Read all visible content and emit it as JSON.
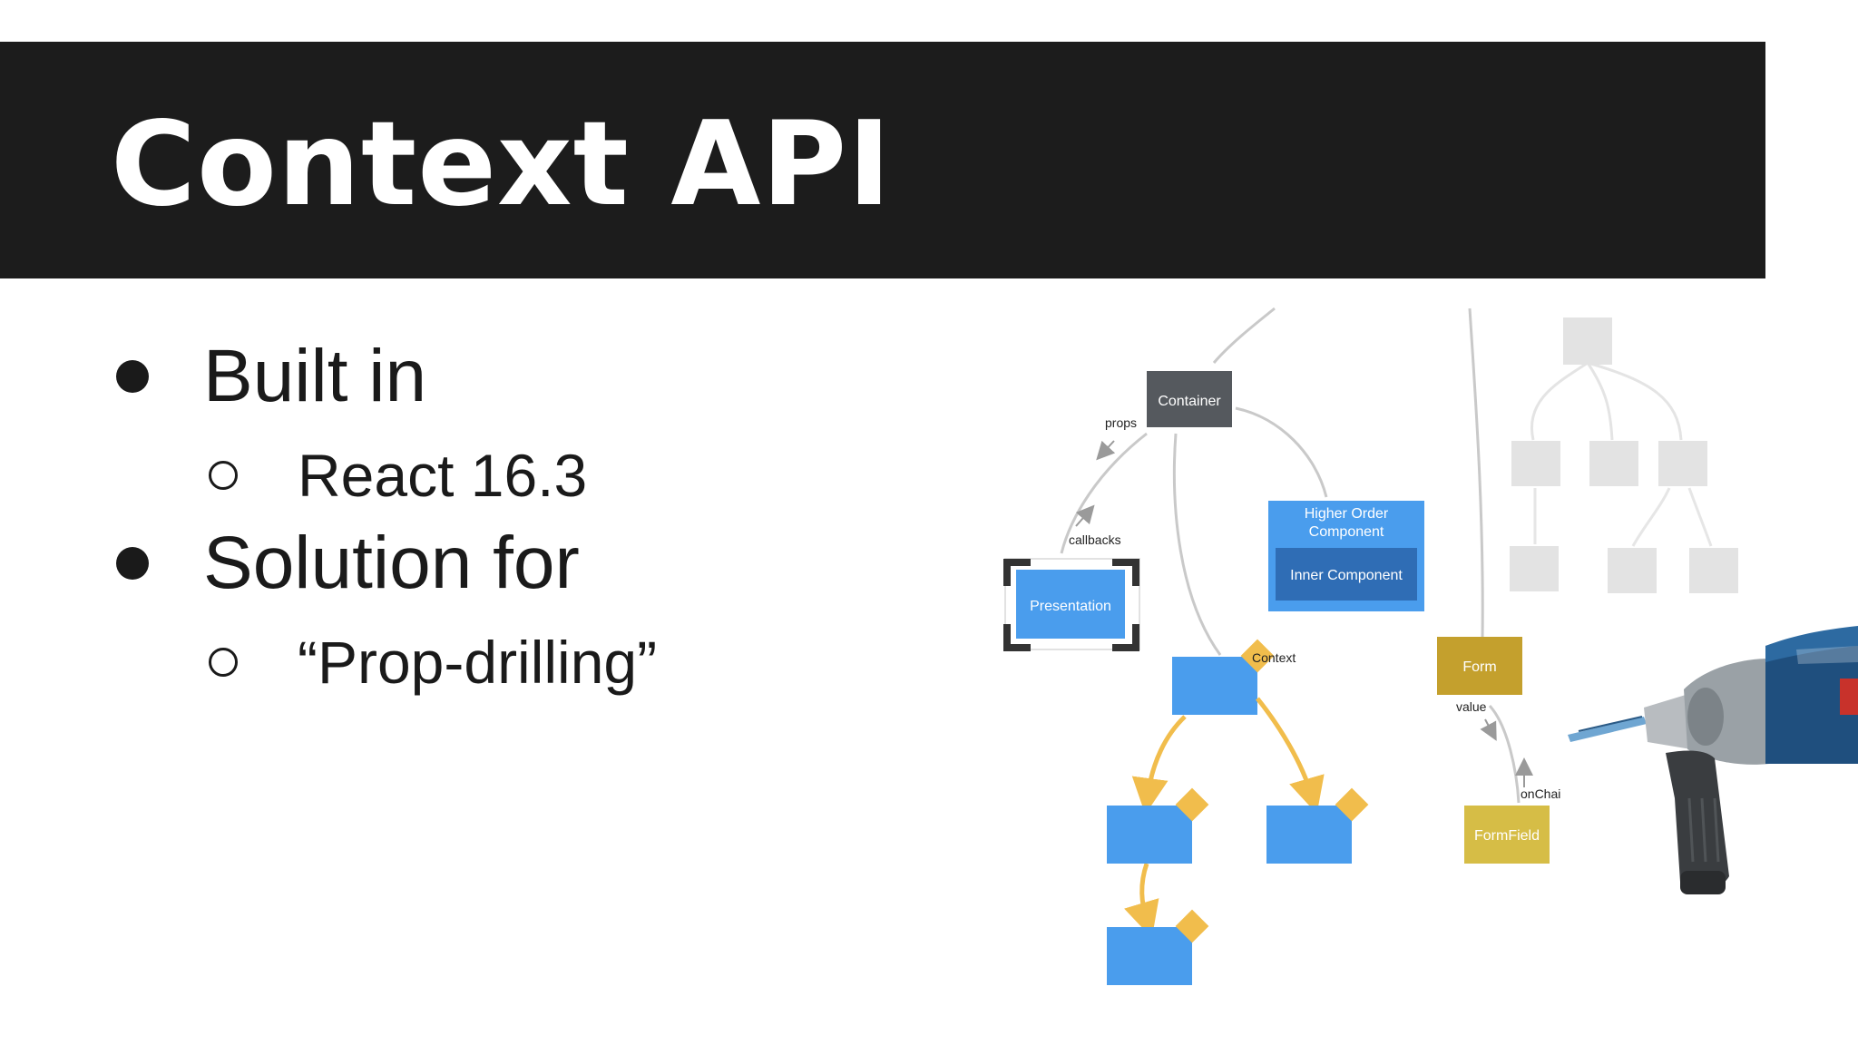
{
  "slide": {
    "title": "Context API",
    "bullets": [
      {
        "level": 1,
        "text": "Built in"
      },
      {
        "level": 2,
        "text": "React 16.3"
      },
      {
        "level": 1,
        "text": "Solution for"
      },
      {
        "level": 2,
        "text": "“Prop-drilling”"
      }
    ]
  },
  "diagram": {
    "nodes": {
      "container": "Container",
      "presentation": "Presentation",
      "hoc_line1": "Higher Order",
      "hoc_line2": "Component",
      "inner": "Inner Component",
      "form": "Form",
      "formfield": "FormField"
    },
    "edges": {
      "props": "props",
      "callbacks": "callbacks",
      "context": "Context",
      "value": "value",
      "onchange": "onChai"
    },
    "colors": {
      "container": "#55595e",
      "blue": "#4a9ded",
      "blue_dark": "#2f6db5",
      "context_arrow": "#f1bd4c",
      "form": "#c4a02d",
      "formfield": "#d6bd46",
      "faded_tree": "#e3e3e3"
    },
    "drill_icon": "power-drill-icon"
  }
}
